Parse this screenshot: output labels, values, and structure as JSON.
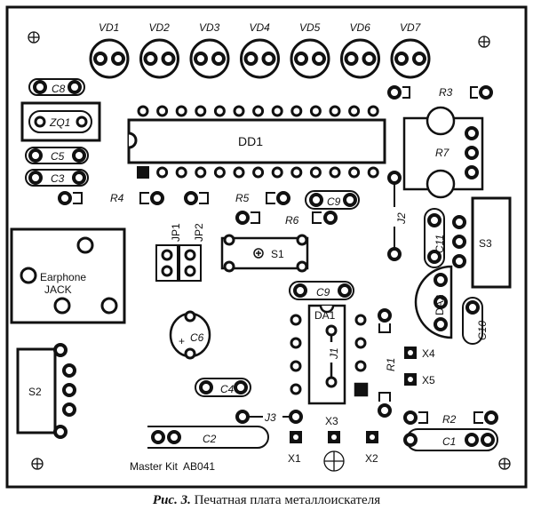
{
  "board": {
    "led_labels": [
      "VD1",
      "VD2",
      "VD3",
      "VD4",
      "VD5",
      "VD6",
      "VD7"
    ],
    "components": {
      "c8": "C8",
      "zq1": "ZQ1",
      "c5": "C5",
      "c3": "C3",
      "dd1": "DD1",
      "r3": "R3",
      "r7": "R7",
      "r4": "R4",
      "r5": "R5",
      "r6": "R6",
      "c9a": "C9",
      "j2": "J2",
      "c11": "C11",
      "s3": "S3",
      "jp1": "JP1",
      "jp2": "JP2",
      "s1": "S1",
      "earphone_l1": "Earphone",
      "earphone_l2": "JACK",
      "c9b": "C9",
      "da1": "DA1",
      "da2": "DA2",
      "c6": "C6",
      "c10": "C10",
      "j1": "J1",
      "r1": "R1",
      "x4": "X4",
      "x5": "X5",
      "s2": "S2",
      "c4": "C4",
      "j3": "J3",
      "x3": "X3",
      "r2": "R2",
      "c2": "C2",
      "c1": "C1",
      "x1": "X1",
      "x2": "X2"
    },
    "kit_label": "Master Kit  AB041"
  },
  "caption": {
    "prefix": "Рис. 3.",
    "text": "Печатная плата металлоискателя"
  }
}
